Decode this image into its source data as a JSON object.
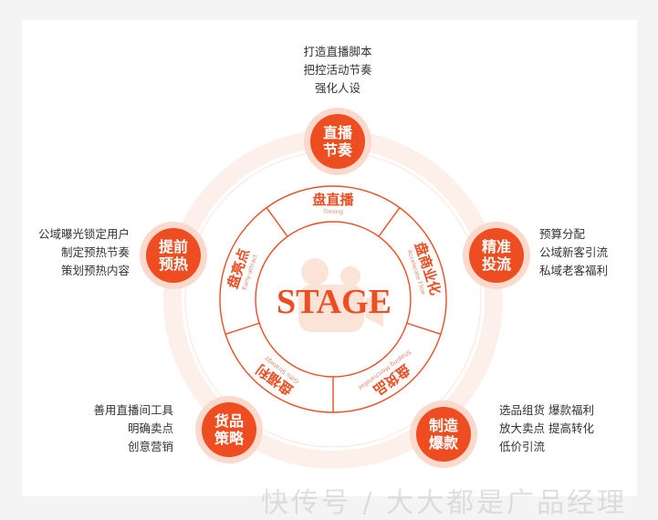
{
  "center_label": "STAGE",
  "ring_segments": [
    {
      "title": "盘直播",
      "subtitle": "Timing"
    },
    {
      "title": "盘商业化",
      "subtitle": "Accelerate Flow"
    },
    {
      "title": "盘货品",
      "subtitle": "Shaping Merchandise"
    },
    {
      "title": "盘福利",
      "subtitle": "Gifts Strategy"
    },
    {
      "title": "盘亮点",
      "subtitle": "Early-attract"
    }
  ],
  "nodes": [
    {
      "label": "直播节奏",
      "annotations": [
        "打造直播脚本",
        "把控活动节奏",
        "强化人设"
      ]
    },
    {
      "label": "精准投流",
      "annotations": [
        "预算分配",
        "公域新客引流",
        "私域老客福利"
      ]
    },
    {
      "label": "制造爆款",
      "annotations": [
        "选品组货 爆款福利",
        "放大卖点 提高转化",
        "低价引流"
      ]
    },
    {
      "label": "货品策略",
      "annotations": [
        "善用直播间工具",
        "明确卖点",
        "创意营销"
      ]
    },
    {
      "label": "提前预热",
      "annotations": [
        "公域曝光锁定用户",
        "制定预热节奏",
        "策划预热内容"
      ]
    }
  ],
  "watermark": "快传号 / 大大都是广品经理",
  "colors": {
    "accent": "#ee4d22",
    "halo": "#fbd9cc",
    "faint": "#fdf0ea"
  }
}
